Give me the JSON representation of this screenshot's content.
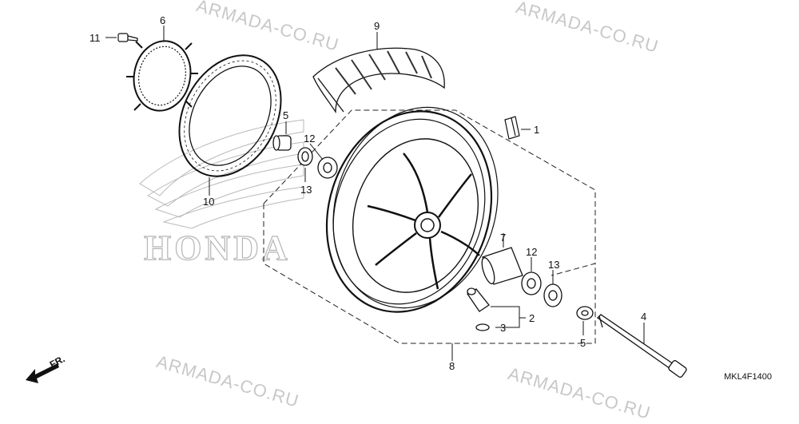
{
  "watermark": "ARMADA-CO.RU",
  "brand_logo_text": "HONDA",
  "diagram_code": "MKL4F1400",
  "direction_label": "FR.",
  "callouts": {
    "n1": "1",
    "n2": "2",
    "n3": "3",
    "n4": "4",
    "n5a": "5",
    "n5b": "5",
    "n6": "6",
    "n7": "7",
    "n8": "8",
    "n9": "9",
    "n10": "10",
    "n11": "11",
    "n12a": "12",
    "n12b": "12",
    "n13a": "13",
    "n13b": "13"
  }
}
